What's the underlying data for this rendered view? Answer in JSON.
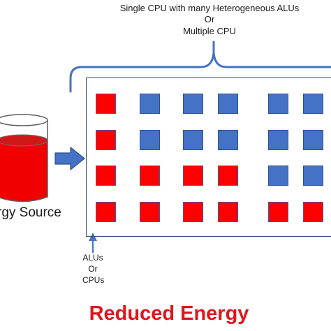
{
  "top_label": {
    "line1": "Single CPU with many Heterogeneous ALUs",
    "line2": "Or",
    "line3": "Multiple CPU"
  },
  "energy_source": {
    "label": "rgy Source"
  },
  "alu_label": {
    "line1": "ALUs",
    "line2": "Or",
    "line3": "CPUs"
  },
  "caption": "Reduced Energy",
  "grid": {
    "rows": [
      [
        "red",
        "blue",
        "blue",
        "blue",
        "blue",
        "blue"
      ],
      [
        "red",
        "blue",
        "blue",
        "blue",
        "blue",
        "blue"
      ],
      [
        "red",
        "red",
        "red",
        "red",
        "blue",
        "blue"
      ],
      [
        "red",
        "red",
        "red",
        "red",
        "red",
        "red"
      ]
    ]
  },
  "colors": {
    "unit_red": "#ff0000",
    "unit_blue": "#4472c4",
    "arrow_blue": "#4472c4",
    "caption_red": "#e0151b",
    "bracket_blue": "#4472c4"
  }
}
